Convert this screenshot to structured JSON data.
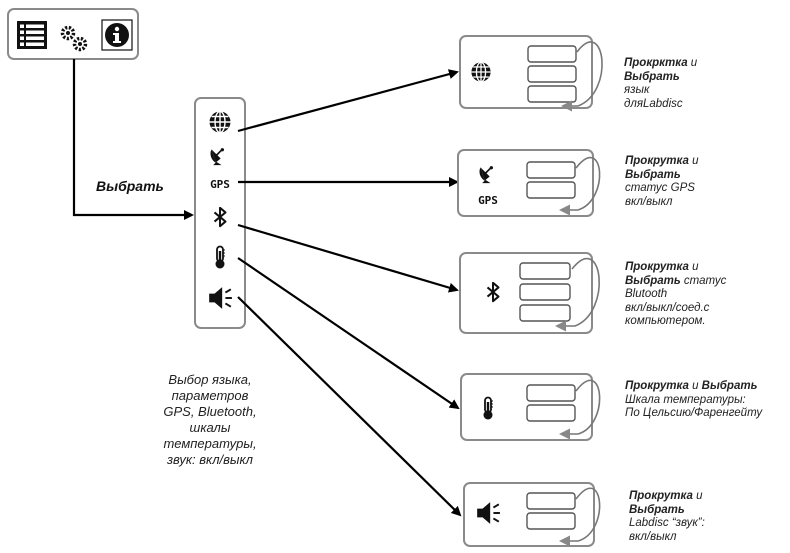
{
  "labels": {
    "select": "Выбрать",
    "gps": "GPS"
  },
  "main_note": [
    "Выбор языка,",
    "параметров",
    "GPS, Bluetooth,",
    "шкалы",
    "температуры,",
    "звук: вкл/выкл"
  ],
  "items": [
    {
      "icon": "globe-icon",
      "lines": [
        {
          "b": "Прокрктка",
          "r": " и"
        },
        {
          "b": "Выбрать",
          "r": ""
        },
        {
          "b": "",
          "r": "язык"
        },
        {
          "b": "",
          "r": "дляLabdisc"
        }
      ]
    },
    {
      "icon": "gps-icon",
      "lines": [
        {
          "b": "Прокрутка",
          "r": " и"
        },
        {
          "b": "Выбрать",
          "r": ""
        },
        {
          "b": "",
          "r": "статус GPS"
        },
        {
          "b": "",
          "r": "вкл/выкл"
        }
      ]
    },
    {
      "icon": "bluetooth-icon",
      "lines": [
        {
          "b": "Прокрутка",
          "r": " и"
        },
        {
          "b": "Выбрать",
          "r": " статус"
        },
        {
          "b": "",
          "r": "Blutooth"
        },
        {
          "b": "",
          "r": "вкл/выкл/соед.с"
        },
        {
          "b": "",
          "r": "компьютером."
        }
      ]
    },
    {
      "icon": "thermometer-icon",
      "lines": [
        {
          "b": "Прокрутка",
          "r": " и "
        },
        {
          "b": "Выбрать",
          "r": ""
        },
        {
          "b": "",
          "r": "Шкала температуры:"
        },
        {
          "b": "",
          "r": "По Цельсию/Фаренгейту"
        }
      ]
    },
    {
      "icon": "speaker-icon",
      "lines": [
        {
          "b": "Прокрутка",
          "r": " и"
        },
        {
          "b": "Выбрать",
          "r": ""
        },
        {
          "b": "",
          "r": "Labdisc “звук”:"
        },
        {
          "b": "",
          "r": "вкл/выкл"
        }
      ]
    }
  ],
  "colors": {
    "box_border": "#8a8a8a",
    "arrow": "#000000",
    "loop": "#777777"
  }
}
